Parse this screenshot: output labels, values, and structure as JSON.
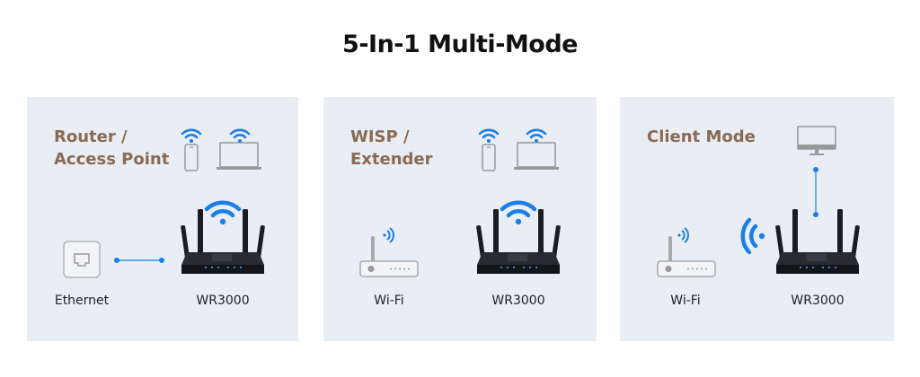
{
  "title": "5-In-1 Multi-Mode",
  "panels": [
    {
      "title_lines": [
        "Router /",
        "Access Point"
      ],
      "left_label": "Ethernet",
      "right_label": "WR3000"
    },
    {
      "title_lines": [
        "WISP /",
        "Extender"
      ],
      "left_label": "Wi-Fi",
      "right_label": "WR3000"
    },
    {
      "title_lines": [
        "Client Mode"
      ],
      "left_label": "Wi-Fi",
      "right_label": "WR3000"
    }
  ],
  "colors": {
    "accent": "#1a7fe8",
    "title_brown": "#8a6a52",
    "panel_bg": "#e9edf4"
  }
}
